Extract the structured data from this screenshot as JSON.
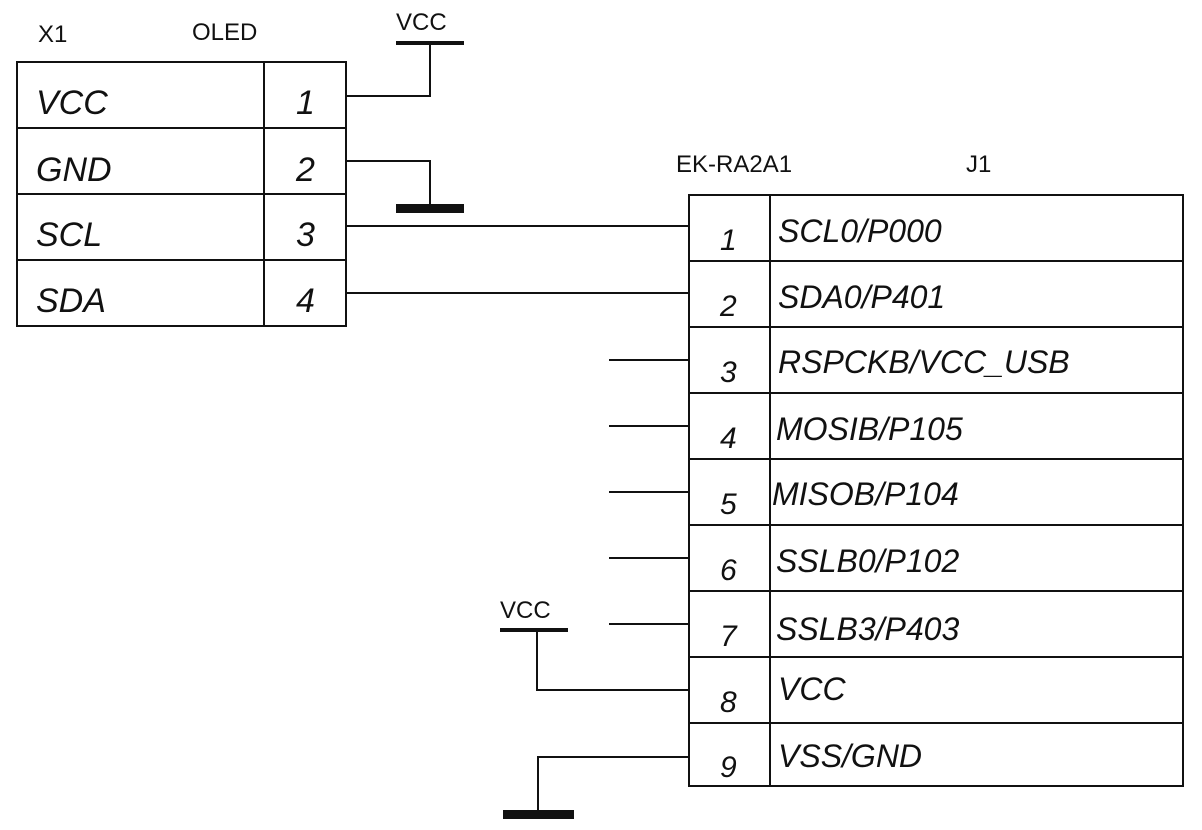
{
  "x1": {
    "ref": "X1",
    "name": "OLED",
    "pins": [
      {
        "label": "VCC",
        "num": "1"
      },
      {
        "label": "GND",
        "num": "2"
      },
      {
        "label": "SCL",
        "num": "3"
      },
      {
        "label": "SDA",
        "num": "4"
      }
    ]
  },
  "j1": {
    "board": "EK-RA2A1",
    "ref": "J1",
    "pins": [
      {
        "num": "1",
        "label": "SCL0/P000"
      },
      {
        "num": "2",
        "label": "SDA0/P401"
      },
      {
        "num": "3",
        "label": "RSPCKB/VCC_USB"
      },
      {
        "num": "4",
        "label": "MOSIB/P105"
      },
      {
        "num": "5",
        "label": "MISOB/P104"
      },
      {
        "num": "6",
        "label": "SSLB0/P102"
      },
      {
        "num": "7",
        "label": "SSLB3/P403"
      },
      {
        "num": "8",
        "label": "VCC"
      },
      {
        "num": "9",
        "label": "VSS/GND"
      }
    ]
  },
  "power": {
    "vcc_top": "VCC",
    "vcc_bottom": "VCC"
  }
}
